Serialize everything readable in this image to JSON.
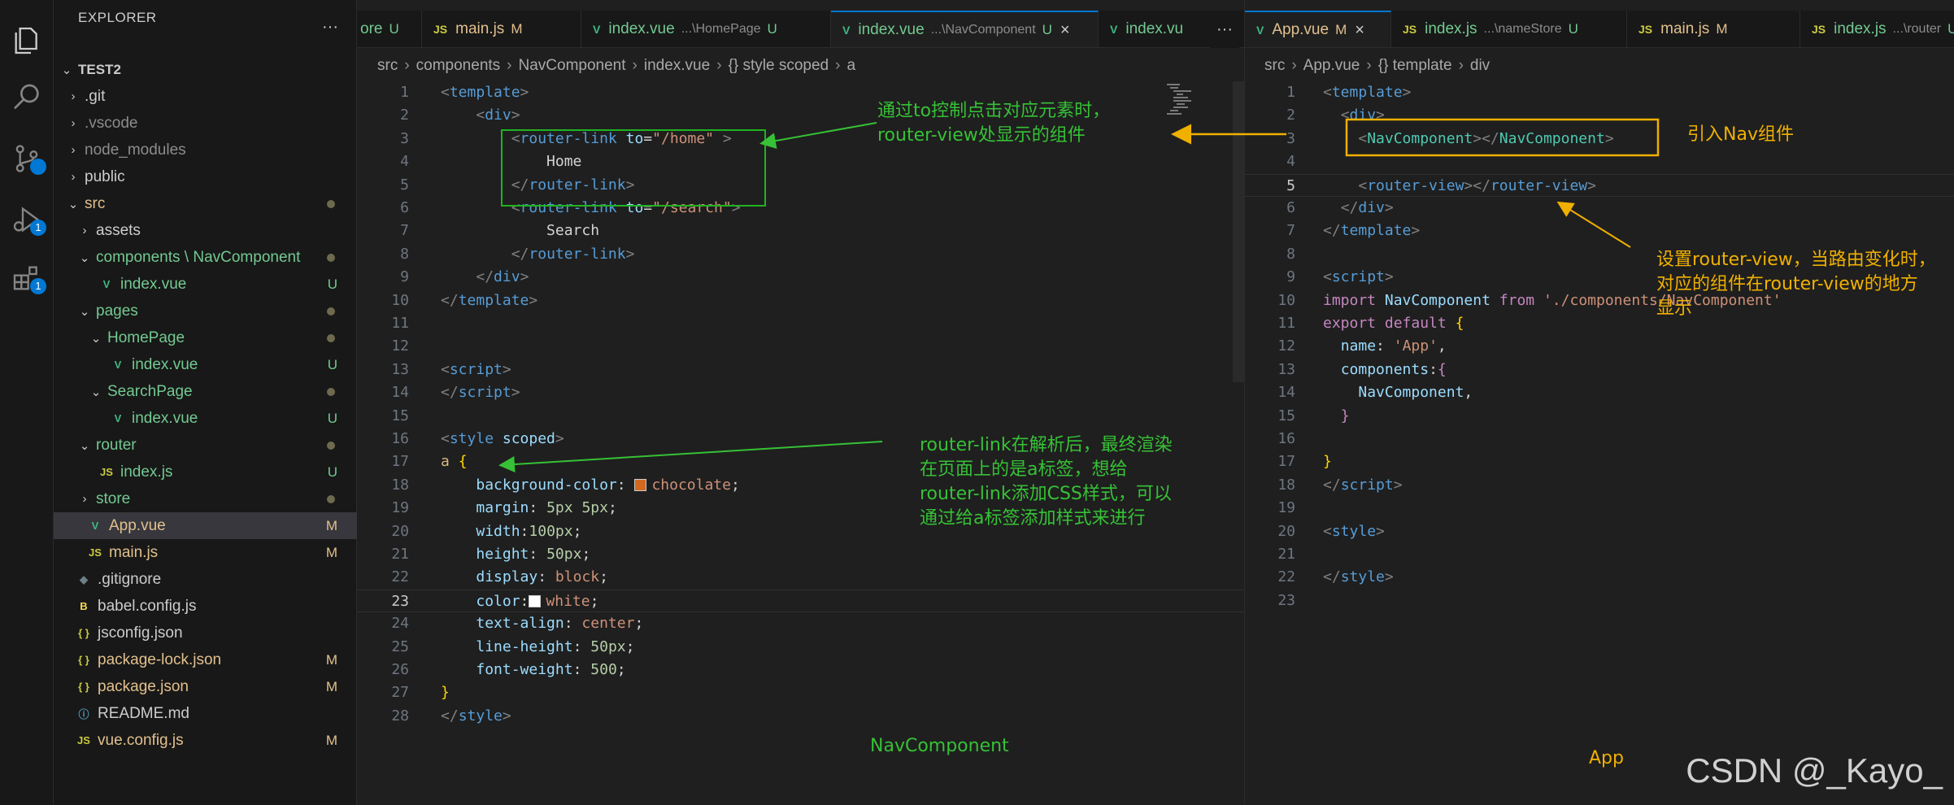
{
  "sidebar": {
    "title": "EXPLORER",
    "more": "···",
    "project": "TEST2",
    "items": [
      {
        "name": ".git",
        "kind": "folder",
        "status": "",
        "color": "c-norm"
      },
      {
        "name": ".vscode",
        "kind": "folder",
        "status": "",
        "color": "c-dim"
      },
      {
        "name": "node_modules",
        "kind": "folder",
        "status": "",
        "color": "c-dim"
      },
      {
        "name": "public",
        "kind": "folder",
        "status": "",
        "color": "c-norm"
      },
      {
        "name": "src",
        "kind": "folder",
        "status": "•",
        "color": "c-git"
      },
      {
        "name": "assets",
        "kind": "folder",
        "status": "",
        "color": "c-norm"
      },
      {
        "name": "components \\ NavComponent",
        "kind": "folder",
        "status": "•",
        "color": "c-new"
      },
      {
        "name": "index.vue",
        "kind": "vue",
        "status": "U",
        "color": "c-new"
      },
      {
        "name": "pages",
        "kind": "folder",
        "status": "•",
        "color": "c-new"
      },
      {
        "name": "HomePage",
        "kind": "folder",
        "status": "•",
        "color": "c-new"
      },
      {
        "name": "index.vue",
        "kind": "vue",
        "status": "U",
        "color": "c-new"
      },
      {
        "name": "SearchPage",
        "kind": "folder",
        "status": "•",
        "color": "c-new"
      },
      {
        "name": "index.vue",
        "kind": "vue",
        "status": "U",
        "color": "c-new"
      },
      {
        "name": "router",
        "kind": "folder",
        "status": "•",
        "color": "c-new"
      },
      {
        "name": "index.js",
        "kind": "js",
        "status": "U",
        "color": "c-new"
      },
      {
        "name": "store",
        "kind": "folder",
        "status": "•",
        "color": "c-new"
      },
      {
        "name": "App.vue",
        "kind": "vue",
        "status": "M",
        "color": "c-git"
      },
      {
        "name": "main.js",
        "kind": "js",
        "status": "M",
        "color": "c-git"
      },
      {
        "name": ".gitignore",
        "kind": "git",
        "status": "",
        "color": "c-norm"
      },
      {
        "name": "babel.config.js",
        "kind": "babel",
        "status": "",
        "color": "c-norm"
      },
      {
        "name": "jsconfig.json",
        "kind": "json",
        "status": "",
        "color": "c-norm"
      },
      {
        "name": "package-lock.json",
        "kind": "json",
        "status": "M",
        "color": "c-git"
      },
      {
        "name": "package.json",
        "kind": "json",
        "status": "M",
        "color": "c-git"
      },
      {
        "name": "README.md",
        "kind": "info",
        "status": "",
        "color": "c-norm"
      },
      {
        "name": "vue.config.js",
        "kind": "js",
        "status": "M",
        "color": "c-git"
      }
    ]
  },
  "badges": {
    "run": "1",
    "extensions": "1"
  },
  "group1": {
    "tabs": [
      {
        "label": "ore",
        "desc": "",
        "status": "U",
        "icon": ""
      },
      {
        "label": "main.js",
        "desc": "",
        "status": "M",
        "icon": "JS"
      },
      {
        "label": "index.vue",
        "desc": "...\\HomePage",
        "status": "U",
        "icon": "V"
      },
      {
        "label": "index.vue",
        "desc": "...\\NavComponent",
        "status": "U",
        "icon": "V",
        "close": "×"
      },
      {
        "label": "index.vu",
        "desc": "",
        "status": "",
        "icon": "V"
      }
    ],
    "more": "···",
    "breadcrumb": [
      "src",
      "components",
      "NavComponent",
      "index.vue",
      "{} style scoped",
      "a"
    ],
    "lines": [
      [
        [
          "tk-p",
          "<"
        ],
        [
          "tk-t",
          "template"
        ],
        [
          "tk-p",
          ">"
        ]
      ],
      [
        [
          "tk-d",
          "    "
        ],
        [
          "tk-p",
          "<"
        ],
        [
          "tk-t",
          "div"
        ],
        [
          "tk-p",
          ">"
        ]
      ],
      [
        [
          "tk-d",
          "        "
        ],
        [
          "tk-p",
          "<"
        ],
        [
          "tk-t",
          "router-link"
        ],
        [
          "tk-d",
          " "
        ],
        [
          "tk-a",
          "to"
        ],
        [
          "tk-d",
          "="
        ],
        [
          "tk-s",
          "\"/home\""
        ],
        [
          "tk-d",
          " "
        ],
        [
          "tk-p",
          ">"
        ]
      ],
      [
        [
          "tk-d",
          "            Home"
        ]
      ],
      [
        [
          "tk-d",
          "        "
        ],
        [
          "tk-p",
          "</"
        ],
        [
          "tk-t",
          "router-link"
        ],
        [
          "tk-p",
          ">"
        ]
      ],
      [
        [
          "tk-d",
          "        "
        ],
        [
          "tk-p",
          "<"
        ],
        [
          "tk-t",
          "router-link"
        ],
        [
          "tk-d",
          " "
        ],
        [
          "tk-a",
          "to"
        ],
        [
          "tk-d",
          "="
        ],
        [
          "tk-s",
          "\"/search\""
        ],
        [
          "tk-p",
          ">"
        ]
      ],
      [
        [
          "tk-d",
          "            Search"
        ]
      ],
      [
        [
          "tk-d",
          "        "
        ],
        [
          "tk-p",
          "</"
        ],
        [
          "tk-t",
          "router-link"
        ],
        [
          "tk-p",
          ">"
        ]
      ],
      [
        [
          "tk-d",
          "    "
        ],
        [
          "tk-p",
          "</"
        ],
        [
          "tk-t",
          "div"
        ],
        [
          "tk-p",
          ">"
        ]
      ],
      [
        [
          "tk-p",
          "</"
        ],
        [
          "tk-t",
          "template"
        ],
        [
          "tk-p",
          ">"
        ]
      ],
      [],
      [],
      [
        [
          "tk-p",
          "<"
        ],
        [
          "tk-t",
          "script"
        ],
        [
          "tk-p",
          ">"
        ]
      ],
      [
        [
          "tk-p",
          "</"
        ],
        [
          "tk-t",
          "script"
        ],
        [
          "tk-p",
          ">"
        ]
      ],
      [],
      [
        [
          "tk-p",
          "<"
        ],
        [
          "tk-t",
          "style"
        ],
        [
          "tk-d",
          " "
        ],
        [
          "tk-a",
          "scoped"
        ],
        [
          "tk-p",
          ">"
        ]
      ],
      [
        [
          "tk-y",
          "a"
        ],
        [
          "tk-d",
          " "
        ],
        [
          "tk-b",
          "{"
        ]
      ],
      [
        [
          "tk-d",
          "    "
        ],
        [
          "tk-a",
          "background-color"
        ],
        [
          "tk-d",
          ": "
        ],
        [
          "sw",
          "#d2691e"
        ],
        [
          "tk-s",
          "chocolate"
        ],
        [
          "tk-d",
          ";"
        ]
      ],
      [
        [
          "tk-d",
          "    "
        ],
        [
          "tk-a",
          "margin"
        ],
        [
          "tk-d",
          ": "
        ],
        [
          "tk-n",
          "5px"
        ],
        [
          "tk-d",
          " "
        ],
        [
          "tk-n",
          "5px"
        ],
        [
          "tk-d",
          ";"
        ]
      ],
      [
        [
          "tk-d",
          "    "
        ],
        [
          "tk-a",
          "width"
        ],
        [
          "tk-d",
          ":"
        ],
        [
          "tk-n",
          "100px"
        ],
        [
          "tk-d",
          ";"
        ]
      ],
      [
        [
          "tk-d",
          "    "
        ],
        [
          "tk-a",
          "height"
        ],
        [
          "tk-d",
          ": "
        ],
        [
          "tk-n",
          "50px"
        ],
        [
          "tk-d",
          ";"
        ]
      ],
      [
        [
          "tk-d",
          "    "
        ],
        [
          "tk-a",
          "display"
        ],
        [
          "tk-d",
          ": "
        ],
        [
          "tk-s",
          "block"
        ],
        [
          "tk-d",
          ";"
        ]
      ],
      [
        [
          "tk-d",
          "    "
        ],
        [
          "tk-a",
          "color"
        ],
        [
          "tk-d",
          ":"
        ],
        [
          "sw",
          "#ffffff"
        ],
        [
          "tk-s",
          "white"
        ],
        [
          "tk-d",
          ";"
        ]
      ],
      [
        [
          "tk-d",
          "    "
        ],
        [
          "tk-a",
          "text-align"
        ],
        [
          "tk-d",
          ": "
        ],
        [
          "tk-s",
          "center"
        ],
        [
          "tk-d",
          ";"
        ]
      ],
      [
        [
          "tk-d",
          "    "
        ],
        [
          "tk-a",
          "line-height"
        ],
        [
          "tk-d",
          ": "
        ],
        [
          "tk-n",
          "50px"
        ],
        [
          "tk-d",
          ";"
        ]
      ],
      [
        [
          "tk-d",
          "    "
        ],
        [
          "tk-a",
          "font-weight"
        ],
        [
          "tk-d",
          ": "
        ],
        [
          "tk-n",
          "500"
        ],
        [
          "tk-d",
          ";"
        ]
      ],
      [
        [
          "tk-b",
          "}"
        ]
      ],
      [
        [
          "tk-p",
          "</"
        ],
        [
          "tk-t",
          "style"
        ],
        [
          "tk-p",
          ">"
        ]
      ]
    ],
    "current_line": 23,
    "annotations": {
      "a1": [
        "通过to控制点击对应元素时，",
        "router-view处显示的组件"
      ],
      "a2": [
        "router-link在解析后，最终渲染",
        "在页面上的是a标签，想给",
        "router-link添加CSS样式，可以",
        "通过给a标签添加样式来进行"
      ],
      "caption": "NavComponent"
    }
  },
  "group2": {
    "tabs": [
      {
        "label": "App.vue",
        "desc": "",
        "status": "M",
        "icon": "V",
        "close": "×"
      },
      {
        "label": "index.js",
        "desc": "...\\nameStore",
        "status": "U",
        "icon": "JS"
      },
      {
        "label": "main.js",
        "desc": "",
        "status": "M",
        "icon": "JS"
      },
      {
        "label": "index.js",
        "desc": "...\\router",
        "status": "U",
        "icon": "JS"
      }
    ],
    "breadcrumb": [
      "src",
      "App.vue",
      "{} template",
      "div"
    ],
    "lines": [
      [
        [
          "tk-p",
          "<"
        ],
        [
          "tk-t",
          "template"
        ],
        [
          "tk-p",
          ">"
        ]
      ],
      [
        [
          "tk-d",
          "  "
        ],
        [
          "tk-p",
          "<"
        ],
        [
          "tk-t",
          "div"
        ],
        [
          "tk-p",
          ">"
        ]
      ],
      [
        [
          "tk-d",
          "    "
        ],
        [
          "tk-p",
          "<"
        ],
        [
          "tk-c",
          "NavComponent"
        ],
        [
          "tk-p",
          "></"
        ],
        [
          "tk-c",
          "NavComponent"
        ],
        [
          "tk-p",
          ">"
        ]
      ],
      [],
      [
        [
          "tk-d",
          "    "
        ],
        [
          "tk-p",
          "<"
        ],
        [
          "tk-t",
          "router-view"
        ],
        [
          "tk-p",
          "></"
        ],
        [
          "tk-t",
          "router-view"
        ],
        [
          "tk-p",
          ">"
        ]
      ],
      [
        [
          "tk-d",
          "  "
        ],
        [
          "tk-p",
          "</"
        ],
        [
          "tk-t",
          "div"
        ],
        [
          "tk-p",
          ">"
        ]
      ],
      [
        [
          "tk-p",
          "</"
        ],
        [
          "tk-t",
          "template"
        ],
        [
          "tk-p",
          ">"
        ]
      ],
      [],
      [
        [
          "tk-p",
          "<"
        ],
        [
          "tk-t",
          "script"
        ],
        [
          "tk-p",
          ">"
        ]
      ],
      [
        [
          "tk-k",
          "import"
        ],
        [
          "tk-d",
          " "
        ],
        [
          "tk-a",
          "NavComponent"
        ],
        [
          "tk-d",
          " "
        ],
        [
          "tk-k",
          "from"
        ],
        [
          "tk-d",
          " "
        ],
        [
          "tk-s",
          "'./components/NavComponent'"
        ]
      ],
      [
        [
          "tk-k",
          "export"
        ],
        [
          "tk-d",
          " "
        ],
        [
          "tk-k",
          "default"
        ],
        [
          "tk-d",
          " "
        ],
        [
          "tk-b",
          "{"
        ]
      ],
      [
        [
          "tk-d",
          "  "
        ],
        [
          "tk-a",
          "name"
        ],
        [
          "tk-d",
          ": "
        ],
        [
          "tk-s",
          "'App'"
        ],
        [
          "tk-d",
          ","
        ]
      ],
      [
        [
          "tk-d",
          "  "
        ],
        [
          "tk-a",
          "components"
        ],
        [
          "tk-d",
          ":"
        ],
        [
          "tk-k",
          "{"
        ]
      ],
      [
        [
          "tk-d",
          "    "
        ],
        [
          "tk-a",
          "NavComponent"
        ],
        [
          "tk-d",
          ","
        ]
      ],
      [
        [
          "tk-d",
          "  "
        ],
        [
          "tk-k",
          "}"
        ]
      ],
      [],
      [
        [
          "tk-b",
          "}"
        ]
      ],
      [
        [
          "tk-p",
          "</"
        ],
        [
          "tk-t",
          "script"
        ],
        [
          "tk-p",
          ">"
        ]
      ],
      [],
      [
        [
          "tk-p",
          "<"
        ],
        [
          "tk-t",
          "style"
        ],
        [
          "tk-p",
          ">"
        ]
      ],
      [],
      [
        [
          "tk-p",
          "</"
        ],
        [
          "tk-t",
          "style"
        ],
        [
          "tk-p",
          ">"
        ]
      ],
      []
    ],
    "current_line": 5,
    "annotations": {
      "b1": "引入Nav组件",
      "b2": [
        "设置router-view，当路由变化时，",
        "对应的组件在router-view的地方",
        "显示"
      ],
      "caption": "App"
    }
  },
  "watermark": "CSDN @_Kayo_",
  "colors": {
    "annot_green": "#36c136",
    "annot_orange": "#f0b000",
    "accent": "#0078d4"
  }
}
